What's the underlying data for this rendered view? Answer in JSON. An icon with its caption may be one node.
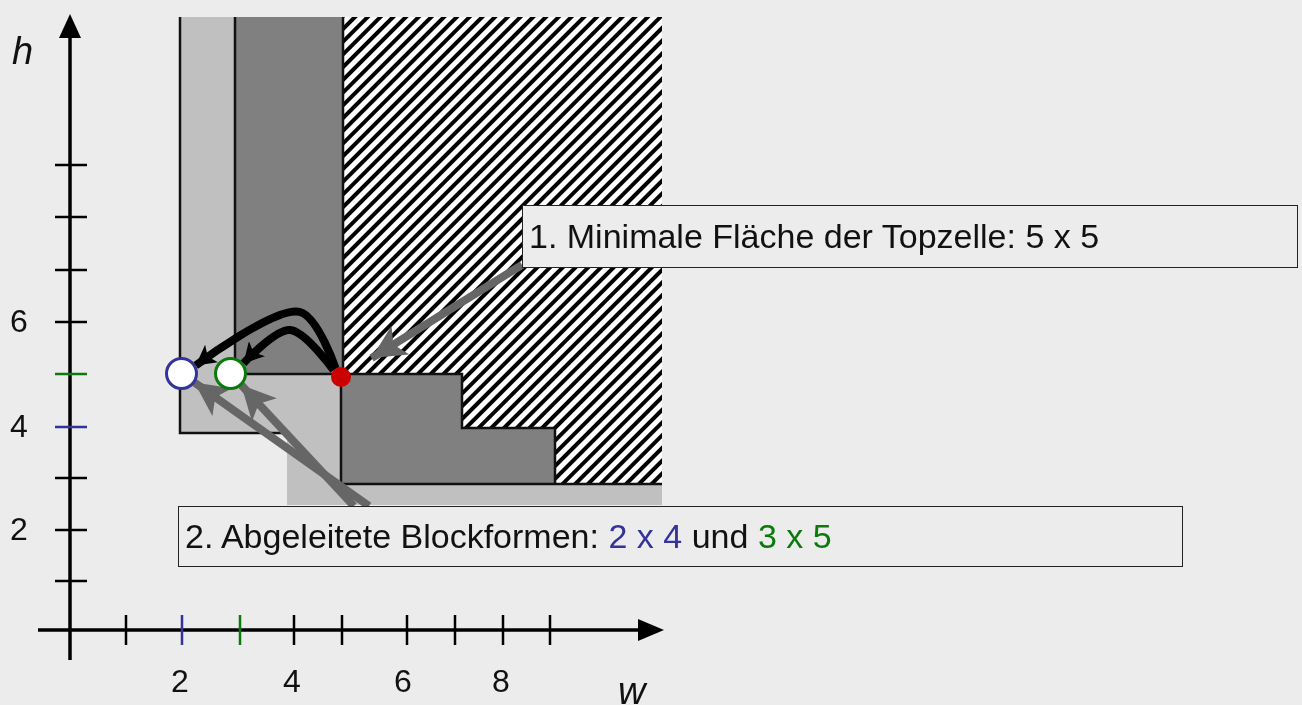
{
  "diagram": {
    "nodes": [
      {
        "text": [
          "1. Minimale Fläche der Topzelle: 5 x 5"
        ]
      },
      {
        "text": [
          "2. Abgeleitete Blockformen:",
          "2 x 4",
          "und",
          "3 x 5"
        ]
      },
      {
        "text": [],
        "shape": "circle"
      },
      {
        "text": [],
        "shape": "circle"
      },
      {
        "text": [],
        "shape": "circle"
      }
    ],
    "edges": [
      {
        "from": 0,
        "to": 4,
        "arrow": "to"
      },
      {
        "from": 4,
        "to": 2,
        "arrow": "to",
        "color": "#000000"
      },
      {
        "from": 4,
        "to": 3,
        "arrow": "to",
        "color": "#000000"
      },
      {
        "from": 1,
        "to": 2,
        "arrow": "to"
      },
      {
        "from": 1,
        "to": 3,
        "arrow": "to"
      }
    ],
    "labels": [
      "h",
      "6",
      "4",
      "2",
      "2",
      "4",
      "6",
      "8",
      "w"
    ]
  }
}
